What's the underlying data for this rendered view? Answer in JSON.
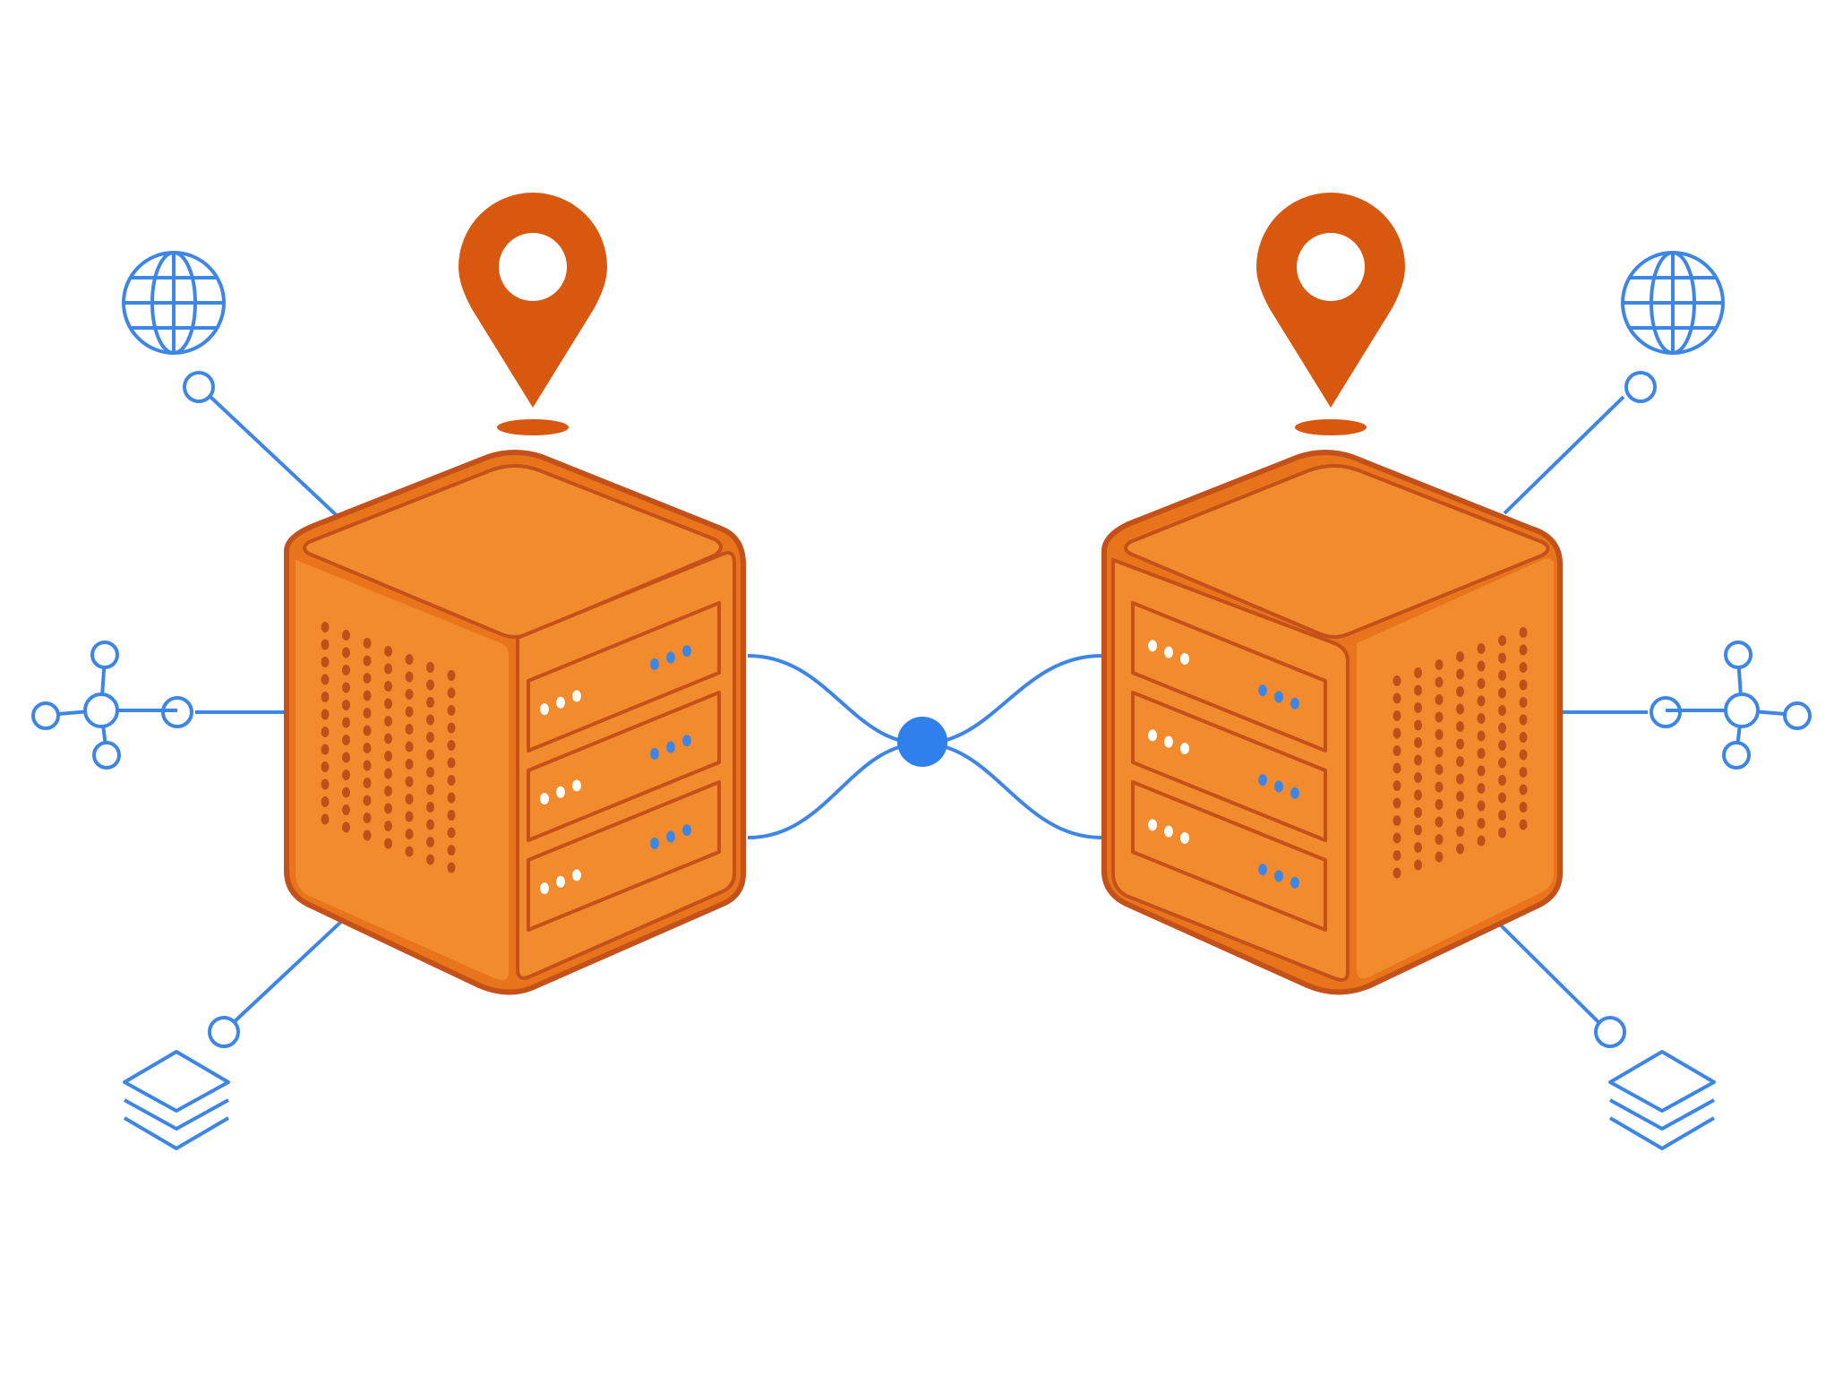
{
  "diagram": {
    "description_free": true,
    "colors": {
      "server_fill": "#F28A2E",
      "server_fill_dark": "#E8741C",
      "server_stroke": "#C4501A",
      "pin_fill": "#D9580F",
      "vent_dot": "#C0501A",
      "line_blue": "#3D86E6",
      "hub_blue": "#2F80ED",
      "led_white": "#FFFFFF",
      "led_blue": "#3D86E6",
      "background": "#FFFFFF"
    },
    "servers": [
      {
        "id": "left",
        "icons": [
          "globe-icon",
          "network-hub-icon",
          "layers-icon"
        ],
        "pin": "location-pin-icon"
      },
      {
        "id": "right",
        "icons": [
          "globe-icon",
          "network-hub-icon",
          "layers-icon"
        ],
        "pin": "location-pin-icon"
      }
    ],
    "hub": {
      "icon": "connection-hub-dot"
    }
  }
}
